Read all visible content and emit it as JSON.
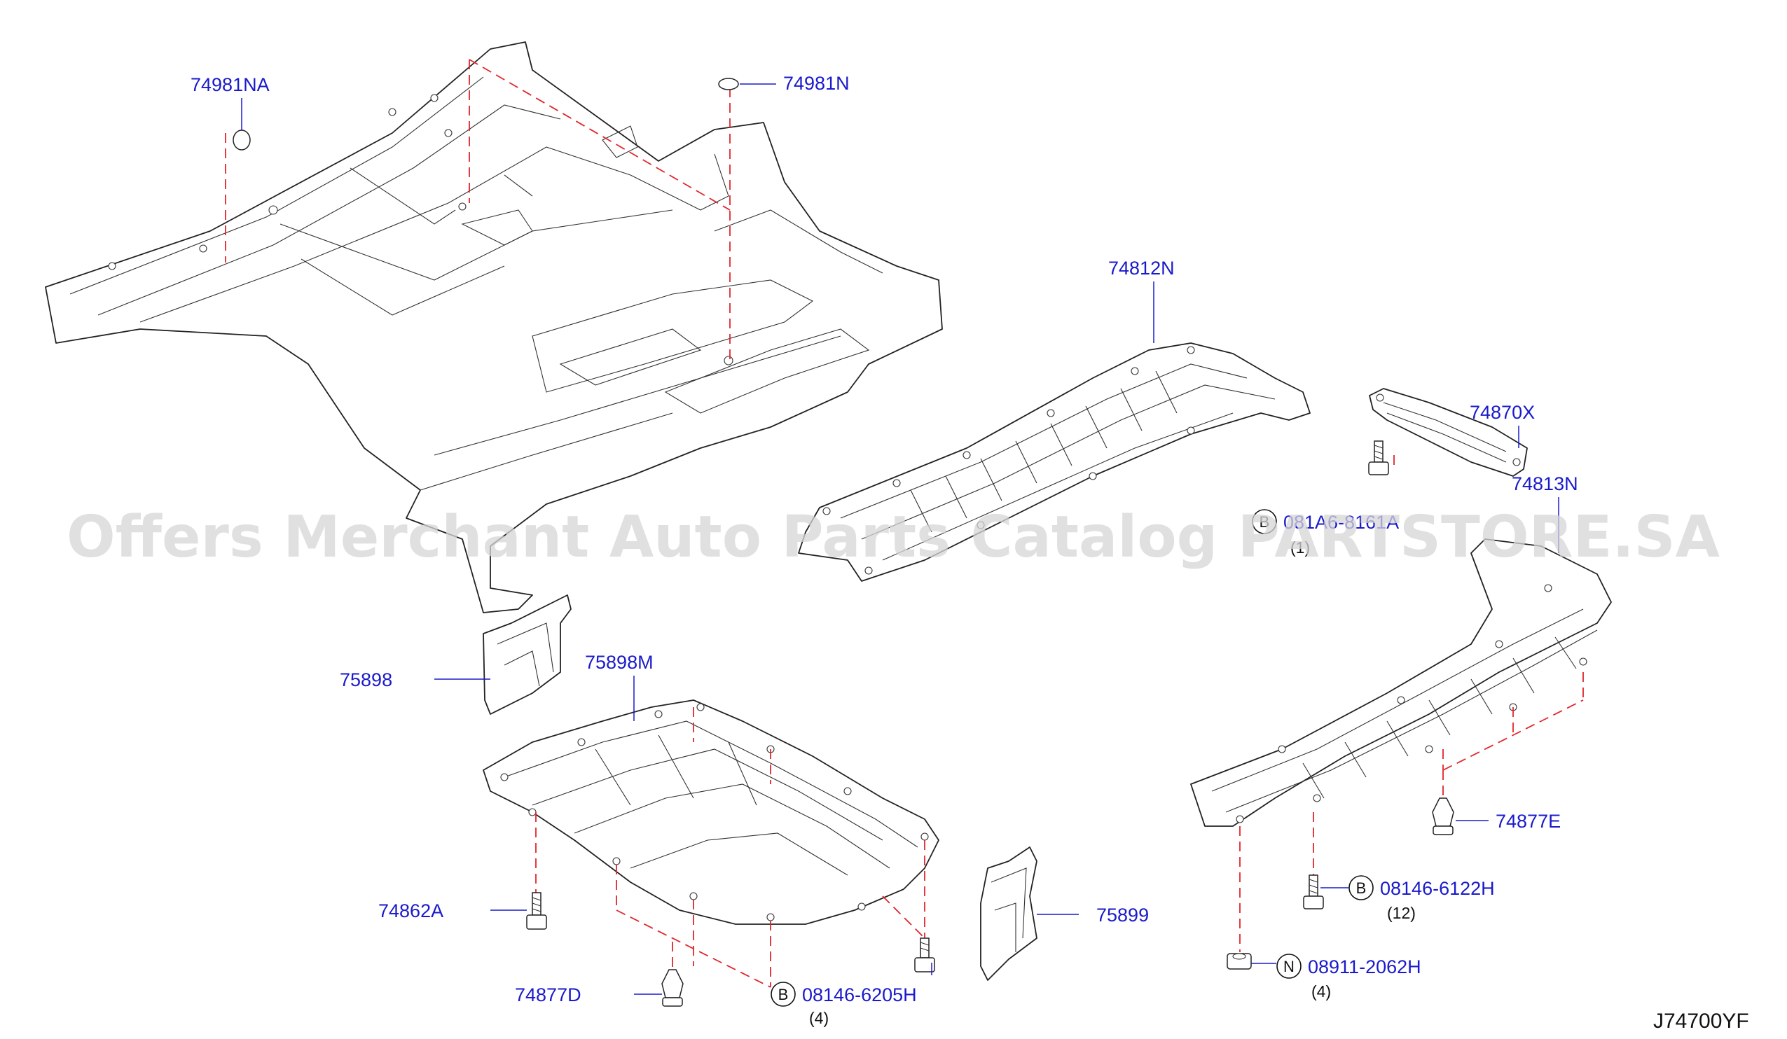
{
  "diagram": {
    "watermark": "Offers Merchant Auto Parts Catalog PARTSTORE.SA",
    "reference_code": "J74700YF",
    "labels": {
      "p74981NA": "74981NA",
      "p74981N": "74981N",
      "p74812N": "74812N",
      "p74870X": "74870X",
      "p74813N": "74813N",
      "p75898": "75898",
      "p75898M": "75898M",
      "p74862A": "74862A",
      "p74877D": "74877D",
      "p75899": "75899",
      "p74877E": "74877E",
      "p08146_8161A": "081A6-8161A",
      "p08146_6122H": "08146-6122H",
      "p08146_6205H": "08146-6205H",
      "p08911_2062H": "08911-2062H"
    },
    "quantities": {
      "q_8161A": "(1)",
      "q_6122H": "(12)",
      "q_6205H": "(4)",
      "q_2062H": "(4)"
    },
    "circle_letters": {
      "b_8161A": "B",
      "b_6122H": "B",
      "b_6205H": "B",
      "n_2062H": "N"
    }
  }
}
